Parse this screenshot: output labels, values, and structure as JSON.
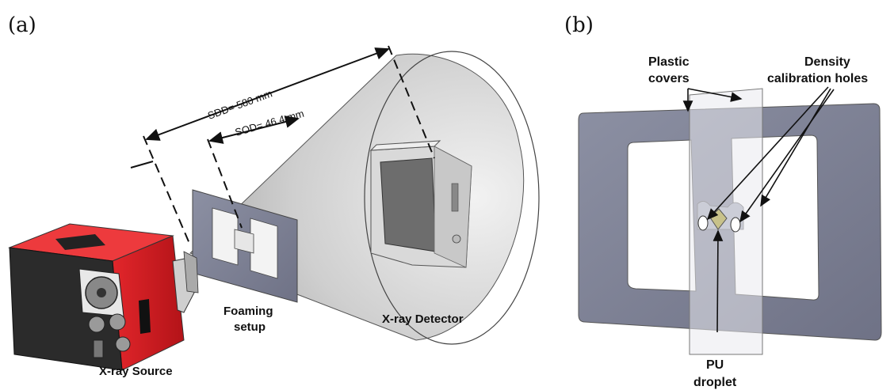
{
  "panel_a": {
    "tag": "(a)",
    "sdd_label": "SDD= 580 mm",
    "sod_label": "SOD= 46.4 mm",
    "source_label": "X-ray Source",
    "setup_label_line1": "Foaming",
    "setup_label_line2": "setup",
    "detector_label": "X-ray Detector",
    "colors": {
      "source_body": "#d8191f",
      "source_front": "#2a2a2a",
      "frame": "#7c7f93",
      "cone": "#cfcfcf"
    }
  },
  "panel_b": {
    "tag": "(b)",
    "plastic_line1": "Plastic",
    "plastic_line2": "covers",
    "density_line1": "Density",
    "density_line2": "calibration holes",
    "pu_line1": "PU",
    "pu_line2": "droplet",
    "colors": {
      "frame": "#8e91a5",
      "cover": "#d8dadf",
      "droplet": "#c8c28a"
    }
  },
  "icons": [
    "x-ray-source-icon",
    "foaming-frame-icon",
    "x-ray-cone-icon",
    "detector-icon",
    "sample-frame-icon",
    "plastic-cover-icon",
    "droplet-icon"
  ]
}
